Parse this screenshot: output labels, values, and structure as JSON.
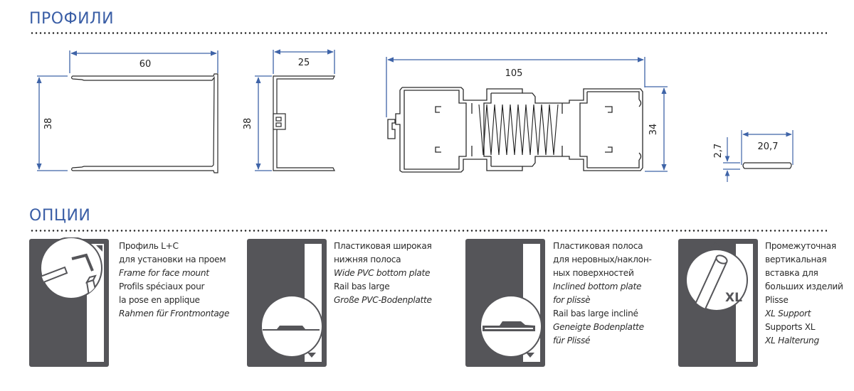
{
  "sections": {
    "profiles_title": "ПРОФИЛИ",
    "options_title": "ОПЦИИ"
  },
  "colors": {
    "accent": "#3a5ea6",
    "dimension_line": "#3f64a8",
    "icon_dark": "#555559",
    "profile_stroke": "#2a2a2a"
  },
  "profiles": [
    {
      "name": "frame-profile-c60",
      "width_label": "60",
      "height_label": "38"
    },
    {
      "name": "frame-profile-25",
      "width_label": "25",
      "height_label": "38"
    },
    {
      "name": "double-profile-spring",
      "width_label": "105",
      "height_label": "34"
    },
    {
      "name": "bottom-plate",
      "width_label": "20,7",
      "height_label": "2,7"
    }
  ],
  "options": [
    {
      "icon": "frame-face-mount-icon",
      "lines": [
        {
          "text": "Профиль L+C",
          "italic": false
        },
        {
          "text": "для установки на проем",
          "italic": false
        },
        {
          "text": "Frame for face mount",
          "italic": true
        },
        {
          "text": "Profils spéciaux pour",
          "italic": false
        },
        {
          "text": "la pose en applique",
          "italic": false
        },
        {
          "text": "Rahmen für Frontmontage",
          "italic": true
        }
      ]
    },
    {
      "icon": "wide-pvc-bottom-plate-icon",
      "lines": [
        {
          "text": "Пластиковая широкая",
          "italic": false
        },
        {
          "text": "нижняя полоса",
          "italic": false
        },
        {
          "text": "Wide PVC bottom plate",
          "italic": true
        },
        {
          "text": "Rail bas large",
          "italic": false
        },
        {
          "text": "Große PVC-Bodenplatte",
          "italic": true
        }
      ]
    },
    {
      "icon": "inclined-bottom-plate-icon",
      "lines": [
        {
          "text": "Пластиковая полоса",
          "italic": false
        },
        {
          "text": "для неровных/наклон-",
          "italic": false
        },
        {
          "text": "ных поверхностей",
          "italic": false
        },
        {
          "text": "Inclined bottom plate",
          "italic": true
        },
        {
          "text": "for plissè",
          "italic": true
        },
        {
          "text": "Rail bas large incliné",
          "italic": false
        },
        {
          "text": "Geneigte Bodenplatte",
          "italic": true
        },
        {
          "text": "für Plissé",
          "italic": true
        }
      ]
    },
    {
      "icon": "xl-support-icon",
      "badge": "XL",
      "lines": [
        {
          "text": "Промежуточная",
          "italic": false
        },
        {
          "text": "вертикальная",
          "italic": false
        },
        {
          "text": "вставка для",
          "italic": false
        },
        {
          "text": "больших изделий",
          "italic": false
        },
        {
          "text": "Plisse",
          "italic": false
        },
        {
          "text": "XL Support",
          "italic": true
        },
        {
          "text": "Supports XL",
          "italic": false
        },
        {
          "text": "XL Halterung",
          "italic": true
        }
      ]
    }
  ]
}
